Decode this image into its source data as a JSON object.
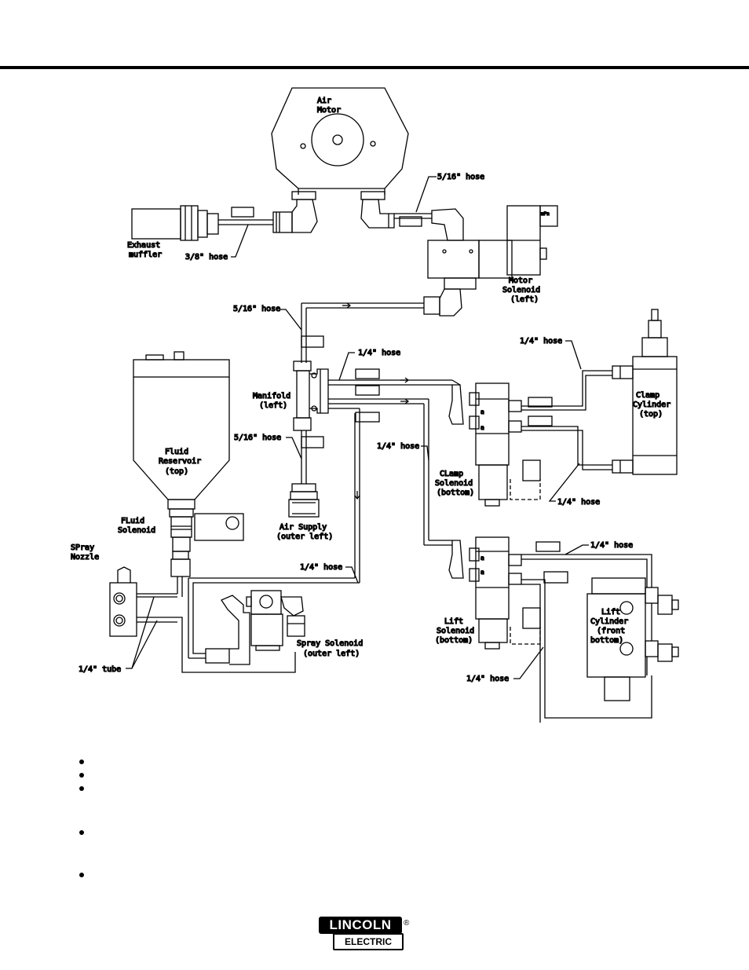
{
  "labels": {
    "air_motor": [
      "Air",
      "Motor"
    ],
    "hose_5_16_top": "5/16\" hose",
    "exhaust_muffler": [
      "Exhaust",
      "muffler"
    ],
    "hose_3_8": "3/8\" hose",
    "motor_solenoid": [
      "Motor",
      "Solenoid",
      "(left)"
    ],
    "hose_5_16_mid": "5/16\" hose",
    "hose_1_4_manifold": "1/4\" hose",
    "hose_1_4_clamp_top": "1/4\" hose",
    "clamp_cylinder": [
      "Clamp",
      "Cylinder",
      "(top)"
    ],
    "manifold": [
      "Manifold",
      "(left)"
    ],
    "hose_5_16_low": "5/16\" hose",
    "fluid_reservoir": [
      "Fluid",
      "Reservoir",
      "(top)"
    ],
    "hose_1_4_clamp_sol": "1/4\" hose",
    "clamp_solenoid": [
      "CLamp",
      "Solenoid",
      "(bottom)"
    ],
    "hose_1_4_clamp_bot": "1/4\" hose",
    "air_supply": [
      "Air Supply",
      "(outer left)"
    ],
    "fluid_solenoid": [
      "FLuid",
      "Solenoid"
    ],
    "spray_nozzle": [
      "SPray",
      "Nozzle"
    ],
    "hose_1_4_lift_top": "1/4\" hose",
    "hose_1_4_spray": "1/4\" hose",
    "lift_cylinder": [
      "Lift",
      "Cylinder",
      "(front",
      "bottom)"
    ],
    "lift_solenoid": [
      "Lift",
      "Solenoid",
      "(bottom)"
    ],
    "spray_solenoid": [
      "Spray Solenoid",
      "(outer left)"
    ],
    "tube_1_4": "1/4\" tube",
    "hose_1_4_lift_bot": "1/4\" hose",
    "motor_badge": "mPn"
  },
  "bullet_count": 5,
  "logo": {
    "top": "LINCOLN",
    "bottom": "ELECTRIC",
    "registered": "®"
  }
}
